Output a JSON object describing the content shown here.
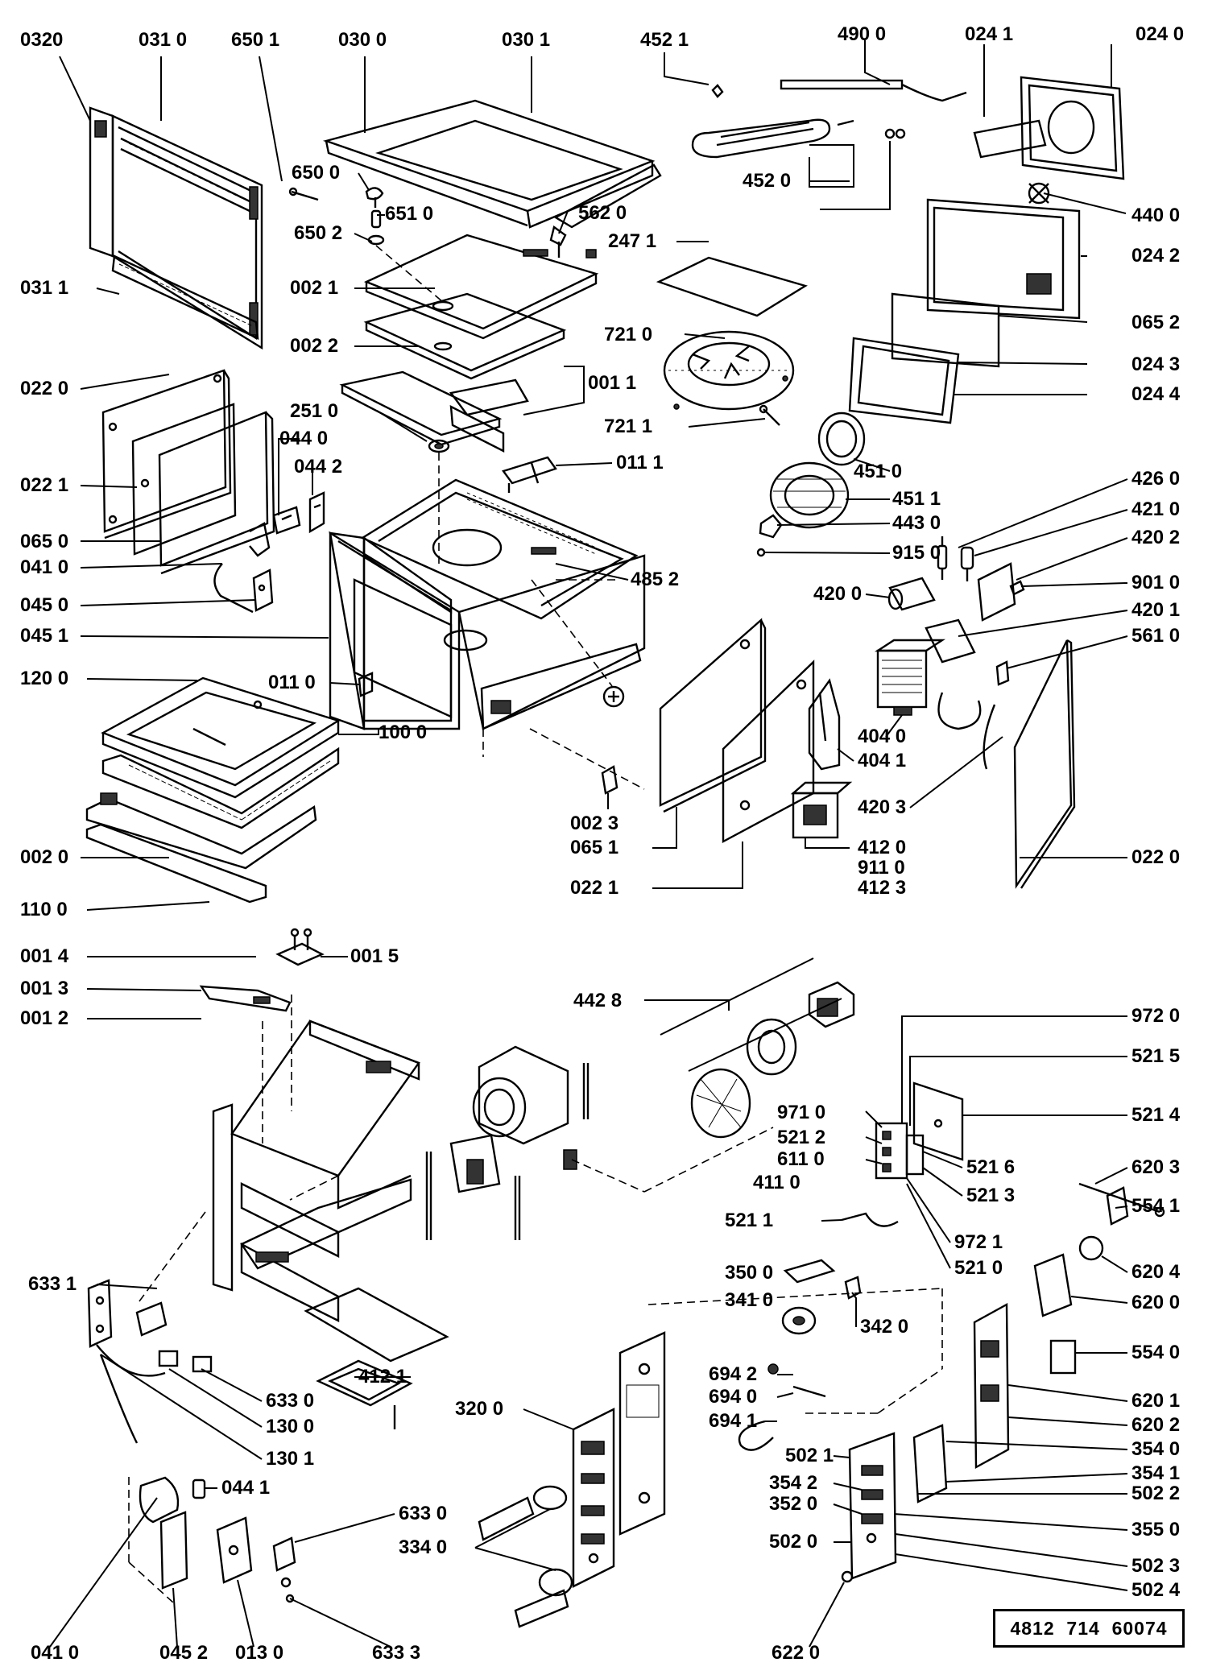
{
  "diagram": {
    "document_number": "4812  714  60074",
    "labels": [
      {
        "id": "l0320",
        "text": "0320"
      },
      {
        "id": "l0310",
        "text": "031 0"
      },
      {
        "id": "l6501",
        "text": "650 1"
      },
      {
        "id": "l0300",
        "text": "030  0"
      },
      {
        "id": "l0301",
        "text": "030 1"
      },
      {
        "id": "l4521",
        "text": "452  1"
      },
      {
        "id": "l4900",
        "text": "490 0"
      },
      {
        "id": "l0241",
        "text": "024 1"
      },
      {
        "id": "l0240",
        "text": "024 0"
      },
      {
        "id": "l6500",
        "text": "650 0"
      },
      {
        "id": "l6510",
        "text": "651 0"
      },
      {
        "id": "l6502",
        "text": "650 2"
      },
      {
        "id": "l5620",
        "text": "562 0"
      },
      {
        "id": "l4520",
        "text": "452 0"
      },
      {
        "id": "l4400",
        "text": "440 0"
      },
      {
        "id": "l0311",
        "text": "031 1"
      },
      {
        "id": "l0021",
        "text": "002 1"
      },
      {
        "id": "l2471",
        "text": "247 1"
      },
      {
        "id": "l0242",
        "text": "024 2"
      },
      {
        "id": "l0022",
        "text": "002 2"
      },
      {
        "id": "l7210",
        "text": "721 0"
      },
      {
        "id": "l0652",
        "text": "065 2"
      },
      {
        "id": "l0243",
        "text": "024 3"
      },
      {
        "id": "l0220",
        "text": "022 0"
      },
      {
        "id": "l0011",
        "text": "001 1"
      },
      {
        "id": "l0244",
        "text": "024 4"
      },
      {
        "id": "l2510",
        "text": "251 0"
      },
      {
        "id": "l7211",
        "text": "721 1"
      },
      {
        "id": "l0440",
        "text": "044 0"
      },
      {
        "id": "l0442",
        "text": "044 2"
      },
      {
        "id": "l0111",
        "text": "011 1"
      },
      {
        "id": "l4510",
        "text": "451 0"
      },
      {
        "id": "l0221",
        "text": "022 1"
      },
      {
        "id": "l4260",
        "text": "426 0"
      },
      {
        "id": "l4511",
        "text": "451 1"
      },
      {
        "id": "l4210",
        "text": "421 0"
      },
      {
        "id": "l4430",
        "text": "443 0"
      },
      {
        "id": "l0650",
        "text": "065 0"
      },
      {
        "id": "l4202",
        "text": "420 2"
      },
      {
        "id": "l9150",
        "text": "915  0"
      },
      {
        "id": "l0410",
        "text": "041 0"
      },
      {
        "id": "l4852",
        "text": "485 2"
      },
      {
        "id": "l9010",
        "text": "901 0"
      },
      {
        "id": "l0450",
        "text": "045 0"
      },
      {
        "id": "l4200",
        "text": "420 0"
      },
      {
        "id": "l4201",
        "text": "420 1"
      },
      {
        "id": "l0451",
        "text": "045 1"
      },
      {
        "id": "l5610",
        "text": "561 0"
      },
      {
        "id": "l1200",
        "text": "120 0"
      },
      {
        "id": "l0110",
        "text": "011 0"
      },
      {
        "id": "l1000",
        "text": "100 0"
      },
      {
        "id": "l4040",
        "text": "404 0"
      },
      {
        "id": "l4041",
        "text": "404 1"
      },
      {
        "id": "l4203",
        "text": "420 3"
      },
      {
        "id": "l0023",
        "text": "002 3"
      },
      {
        "id": "l4120",
        "text": "412 0"
      },
      {
        "id": "l0651",
        "text": "065 1"
      },
      {
        "id": "l9110",
        "text": "911 0"
      },
      {
        "id": "l0020",
        "text": "002 0"
      },
      {
        "id": "l0220b",
        "text": "022 0"
      },
      {
        "id": "l0221b",
        "text": "022 1"
      },
      {
        "id": "l4123",
        "text": "412 3"
      },
      {
        "id": "l1100",
        "text": "110 0"
      },
      {
        "id": "l0014",
        "text": "001 4"
      },
      {
        "id": "l0015",
        "text": "001 5"
      },
      {
        "id": "l0013",
        "text": "001 3"
      },
      {
        "id": "l0012",
        "text": "001 2"
      },
      {
        "id": "l4428",
        "text": "442 8"
      },
      {
        "id": "l9720",
        "text": "972 0"
      },
      {
        "id": "l5215",
        "text": "521 5"
      },
      {
        "id": "l9710",
        "text": "971 0"
      },
      {
        "id": "l5214",
        "text": "521 4"
      },
      {
        "id": "l5212",
        "text": "521 2"
      },
      {
        "id": "l6110",
        "text": "611 0"
      },
      {
        "id": "l5216",
        "text": "521 6"
      },
      {
        "id": "l6203",
        "text": "620 3"
      },
      {
        "id": "l4110",
        "text": "411  0"
      },
      {
        "id": "l5213",
        "text": "521 3"
      },
      {
        "id": "l5541",
        "text": "554 1"
      },
      {
        "id": "l5211",
        "text": "521  1"
      },
      {
        "id": "l9721",
        "text": "972 1"
      },
      {
        "id": "l3500",
        "text": "350  0"
      },
      {
        "id": "l5210",
        "text": "521 0"
      },
      {
        "id": "l6204",
        "text": "620 4"
      },
      {
        "id": "l3410",
        "text": "341 0"
      },
      {
        "id": "l6331",
        "text": "633 1"
      },
      {
        "id": "l6200",
        "text": "620 0"
      },
      {
        "id": "l3420",
        "text": "342 0"
      },
      {
        "id": "l4121",
        "text": "412 1"
      },
      {
        "id": "l6942",
        "text": "694 2"
      },
      {
        "id": "l5540",
        "text": "554 0"
      },
      {
        "id": "l6330",
        "text": "633 0"
      },
      {
        "id": "l6940",
        "text": "694 0"
      },
      {
        "id": "l6201",
        "text": "620 1"
      },
      {
        "id": "l1300",
        "text": "130 0"
      },
      {
        "id": "l3200",
        "text": "320 0"
      },
      {
        "id": "l6941",
        "text": "694 1"
      },
      {
        "id": "l6202",
        "text": "620 2"
      },
      {
        "id": "l1301",
        "text": "130 1"
      },
      {
        "id": "l5021",
        "text": "502 1"
      },
      {
        "id": "l3540",
        "text": "354 0"
      },
      {
        "id": "l3541",
        "text": "354 1"
      },
      {
        "id": "l3542",
        "text": "354 2"
      },
      {
        "id": "l0441",
        "text": "044 1"
      },
      {
        "id": "l5022",
        "text": "502 2"
      },
      {
        "id": "l6330b",
        "text": "633 0"
      },
      {
        "id": "l3520",
        "text": "352 0"
      },
      {
        "id": "l3550",
        "text": "355 0"
      },
      {
        "id": "l3340",
        "text": "334 0"
      },
      {
        "id": "l5020",
        "text": "502  0"
      },
      {
        "id": "l5023",
        "text": "502 3"
      },
      {
        "id": "l5024",
        "text": "502 4"
      },
      {
        "id": "l0410b",
        "text": "041  0"
      },
      {
        "id": "l0452",
        "text": "045  2"
      },
      {
        "id": "l0130",
        "text": "013  0"
      },
      {
        "id": "l6333",
        "text": "633  3"
      },
      {
        "id": "l6220",
        "text": "622  0"
      }
    ]
  }
}
